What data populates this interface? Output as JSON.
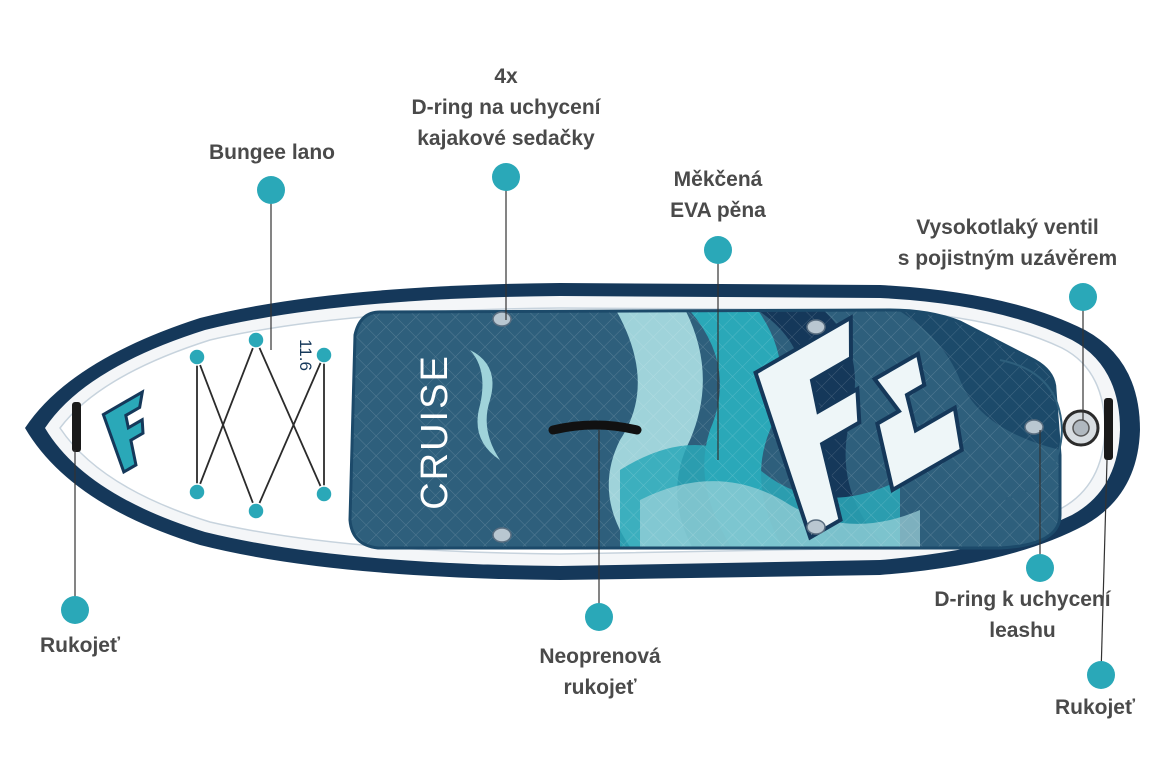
{
  "board": {
    "model_text": "CRUISE",
    "size_text": "11.6",
    "colors": {
      "navy": "#15385a",
      "deck": "#2e5f7c",
      "teal": "#2aa8b8",
      "light_teal": "#9fd3da",
      "outline": "#0f2a4a",
      "label_text": "#4a4a4a"
    }
  },
  "callouts": {
    "bungee": {
      "lines": [
        "Bungee lano"
      ]
    },
    "d_ring_seat": {
      "lines": [
        "4x",
        "D-ring na uchycení",
        "kajakové sedačky"
      ]
    },
    "eva_foam": {
      "lines": [
        "Měkčená",
        "EVA pěna"
      ]
    },
    "valve": {
      "lines": [
        "Vysokotlaký ventil",
        "s pojistným uzávěrem"
      ]
    },
    "handle_nose": {
      "lines": [
        "Rukojeť"
      ]
    },
    "neoprene_handle": {
      "lines": [
        "Neoprenová",
        "rukojeť"
      ]
    },
    "d_ring_leash": {
      "lines": [
        "D-ring k uchycení",
        "leashu"
      ]
    },
    "handle_tail": {
      "lines": [
        "Rukojeť"
      ]
    }
  }
}
